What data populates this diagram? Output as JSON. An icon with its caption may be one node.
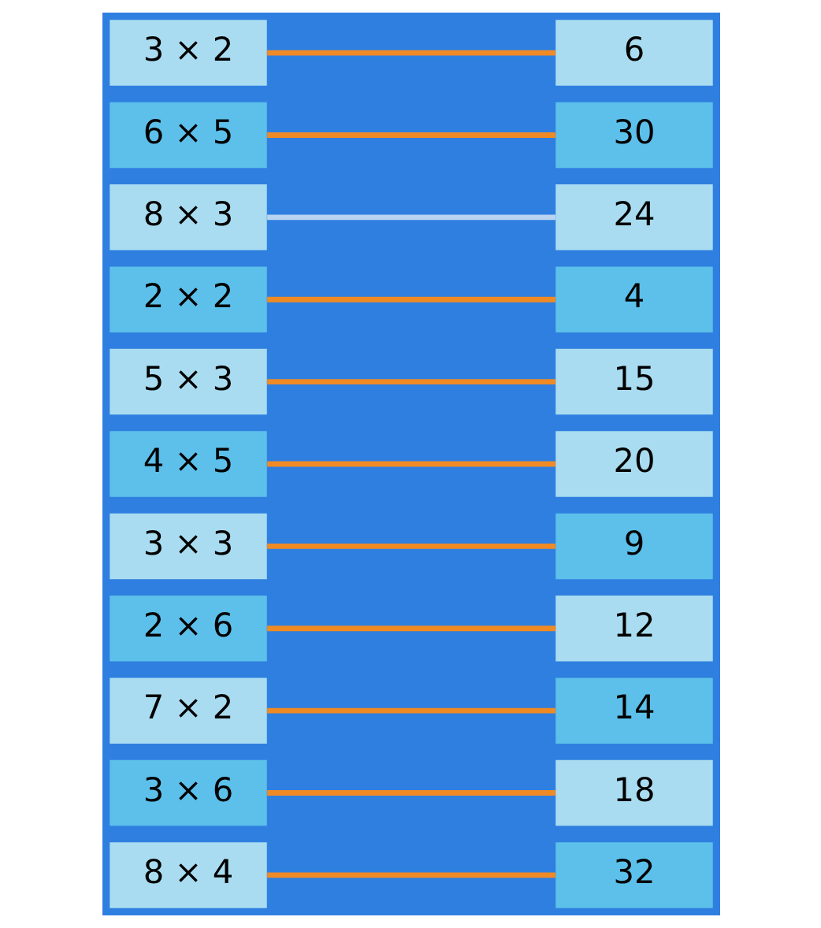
{
  "diagram": {
    "nodes": [
      {
        "text": [
          "8 × 4"
        ]
      },
      {
        "text": [
          "3 × 6"
        ]
      },
      {
        "text": [
          "7 × 2"
        ]
      },
      {
        "text": [
          "2 × 6"
        ]
      },
      {
        "text": [
          "3 × 3"
        ]
      },
      {
        "text": [
          "4 × 5"
        ]
      },
      {
        "text": [
          "5 × 3"
        ]
      },
      {
        "text": [
          "2 × 2"
        ]
      },
      {
        "text": [
          "8 × 3"
        ]
      },
      {
        "text": [
          "6 × 5"
        ]
      },
      {
        "text": [
          "3 × 2"
        ]
      },
      {
        "text": [
          "18"
        ]
      },
      {
        "text": [
          "9"
        ]
      },
      {
        "text": [
          "24"
        ]
      },
      {
        "text": [
          "32"
        ]
      },
      {
        "text": [
          "12"
        ]
      },
      {
        "text": [
          "14"
        ]
      },
      {
        "text": [
          "6"
        ]
      },
      {
        "text": [
          "30"
        ]
      },
      {
        "text": [
          "20"
        ]
      },
      {
        "text": [
          "4"
        ]
      },
      {
        "text": [
          "15"
        ]
      }
    ],
    "edges": [
      {
        "from": 0,
        "to": 14,
        "arrow": "none"
      },
      {
        "from": 1,
        "to": 11,
        "arrow": "none"
      },
      {
        "from": 2,
        "to": 16,
        "arrow": "none"
      },
      {
        "from": 3,
        "to": 15,
        "arrow": "none"
      },
      {
        "from": 4,
        "to": 12,
        "arrow": "none"
      },
      {
        "from": 5,
        "to": 19,
        "arrow": "none"
      },
      {
        "from": 6,
        "to": 21,
        "arrow": "none"
      },
      {
        "from": 7,
        "to": 20,
        "arrow": "none"
      },
      {
        "from": 8,
        "to": 13,
        "arrow": "none",
        "color": "#b8d4f0"
      },
      {
        "from": 9,
        "to": 18,
        "arrow": "none"
      },
      {
        "from": 10,
        "to": 17,
        "arrow": "none"
      }
    ]
  }
}
